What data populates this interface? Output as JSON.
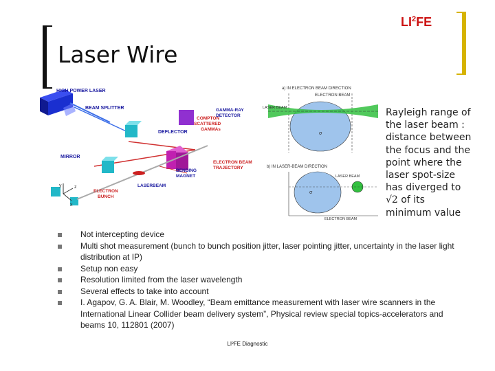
{
  "logo": {
    "main": "LI",
    "sup": "2",
    "tail": "FE"
  },
  "title": "Laser Wire",
  "diagram_left": {
    "labels": {
      "high_power_laser": "HIGH POWER LASER",
      "beam_splitter": "BEAM SPLITTER",
      "deflector": "DEFLECTOR",
      "compton": "COMPTON",
      "scattered": "SCATTERED",
      "gammas": "GAMMAs",
      "gamma_ray": "GAMMA-RAY",
      "detector": "DETECTOR",
      "mirror": "MIRROR",
      "bending": "BENDING",
      "magnet": "MAGNET",
      "electron_beam": "ELECTRON BEAM",
      "trajectory": "TRAJECTORY",
      "laserbeam": "LASERBEAM",
      "electron": "ELECTRON",
      "bunch": "BUNCH",
      "axis_y": "y",
      "axis_z": "z",
      "axis_x": "x"
    }
  },
  "diagram_right": {
    "labels": {
      "a_caption": "a) IN ELECTRON BEAM DIRECTION",
      "electron_beam_top": "ELECTRON BEAM",
      "laser_beam": "LASER BEAM",
      "b_caption": "b) IN LASER-BEAM DIRECTION",
      "laser_beam_b": "LASER BEAM",
      "electron_beam_bottom": "ELECTRON BEAM"
    }
  },
  "rayleigh": {
    "before": "Rayleigh range of the laser beam : distance between the focus and the point where the laser spot-size has diverged to",
    "sqrt": "√2",
    "after": "of its minimum value"
  },
  "bullets": [
    "Not intercepting device",
    "Multi shot measurement (bunch to bunch position jitter, laser pointing jitter, uncertainty in the laser light distribution at IP)",
    "Setup non easy",
    "Resolution limited from the laser wavelength",
    "Several effects to take into account",
    "I. Agapov, G. A. Blair, M. Woodley, “Beam emittance measurement with laser wire scanners in the International Linear Collider beam delivery system”, Physical review special topics-accelerators and beams 10, 112801 (2007)"
  ],
  "footer": "LI²FE Diagnostic",
  "colors": {
    "logo": "#cc1111",
    "bracket_right": "#d6b300",
    "laser_blue": "#1a2fd0",
    "cyan": "#22b8c8",
    "magenta": "#c020b0",
    "green": "#33c040",
    "light_blue": "#9fc4ec"
  }
}
